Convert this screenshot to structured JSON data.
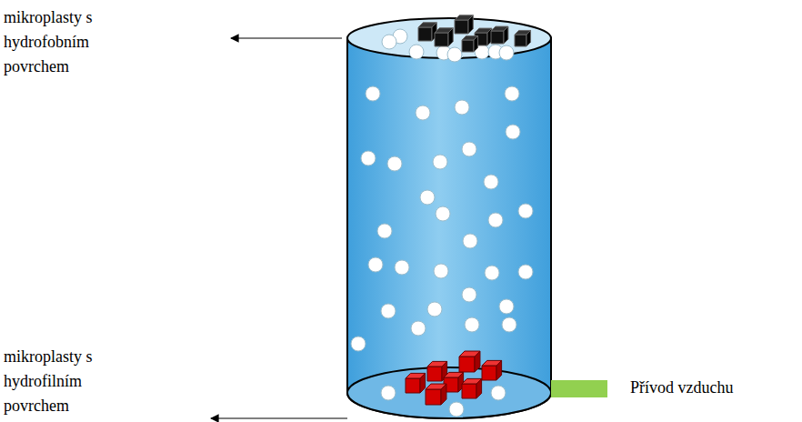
{
  "diagram": {
    "labels": [
      "mikroplasty s hydrofobním povrchem",
      "mikroplasty s hydrofilním povrchem",
      "Přívod vzduchu"
    ]
  }
}
